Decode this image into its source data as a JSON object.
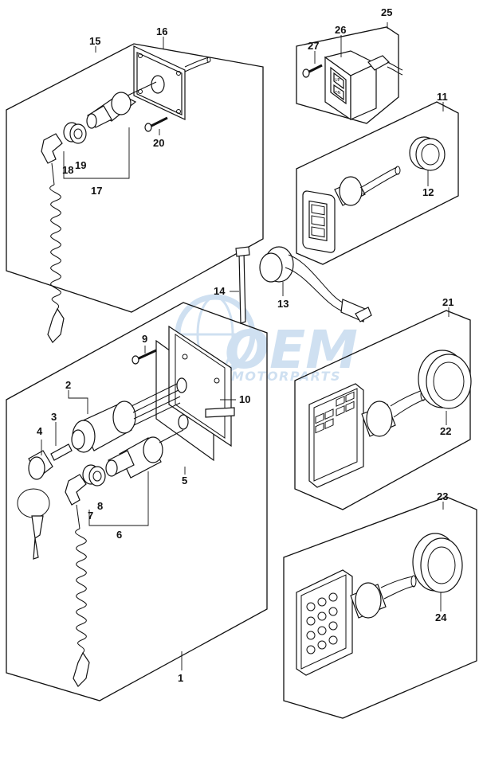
{
  "watermark": {
    "brand": "OEM",
    "sub": "MOTORPARTS",
    "color": "#a9c8e6"
  },
  "callouts": {
    "c1": "1",
    "c2": "2",
    "c3": "3",
    "c4": "4",
    "c5": "5",
    "c6": "6",
    "c7": "7",
    "c8": "8",
    "c9": "9",
    "c10": "10",
    "c11": "11",
    "c12": "12",
    "c13": "13",
    "c14": "14",
    "c15": "15",
    "c16": "16",
    "c17": "17",
    "c18": "18",
    "c19": "19",
    "c20": "20",
    "c21": "21",
    "c22": "22",
    "c23": "23",
    "c24": "24",
    "c25": "25",
    "c26": "26",
    "c27": "27"
  },
  "switch_text": {
    "up": "UP",
    "dn": "DN"
  }
}
